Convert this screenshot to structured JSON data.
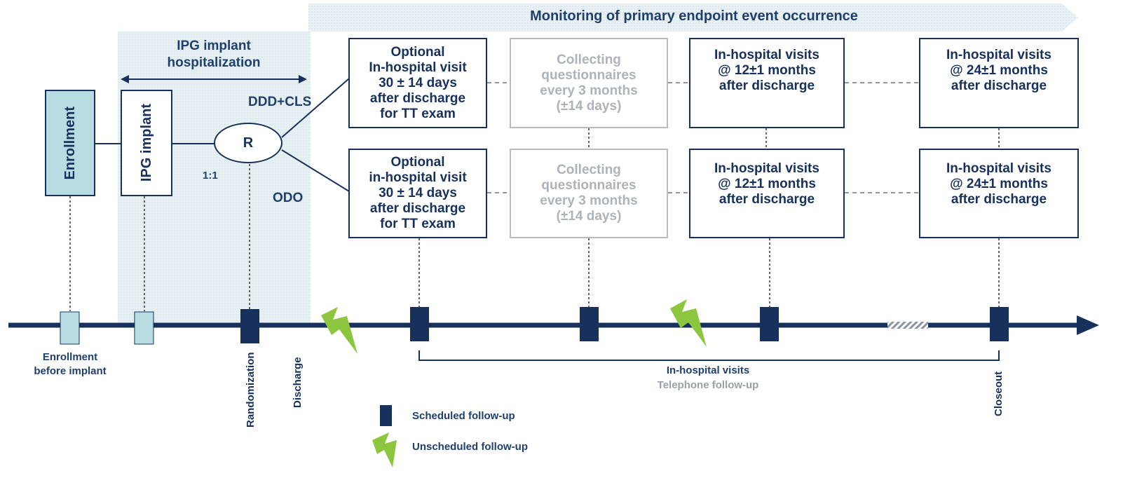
{
  "banner": {
    "label": "Monitoring of primary endpoint event occurrence"
  },
  "hospitalization": {
    "label": "IPG implant\nhospitalization"
  },
  "enrollment_box": {
    "label": "Enrollment"
  },
  "implant_box": {
    "label": "IPG implant"
  },
  "randomization": {
    "symbol": "R",
    "ratio": "1:1",
    "arm_top": "DDD+CLS",
    "arm_bottom": "ODO"
  },
  "top_row": [
    {
      "label": "Optional\nIn-hospital visit\n30 ± 14 days\nafter discharge\nfor TT exam",
      "style": "dark"
    },
    {
      "label": "Collecting\nquestionnaires\nevery 3 months\n(±14 days)",
      "style": "grey"
    },
    {
      "label": "In-hospital visits\n@ 12±1 months\nafter discharge",
      "style": "dark"
    },
    {
      "label": "In-hospital visits\n@ 24±1 months\nafter discharge",
      "style": "dark"
    }
  ],
  "bottom_row": [
    {
      "label": "Optional\nin-hospital visit\n30 ± 14 days\nafter discharge\nfor TT exam",
      "style": "dark"
    },
    {
      "label": "Collecting\nquestionnaires\nevery 3 months\n(±14 days)",
      "style": "grey"
    },
    {
      "label": "In-hospital visits\n@ 12±1 months\nafter discharge",
      "style": "dark"
    },
    {
      "label": "In-hospital visits\n@ 24±1 months\nafter discharge",
      "style": "dark"
    }
  ],
  "timeline": {
    "enrollment": "Enrollment\nbefore implant",
    "randomization": "Randomization",
    "discharge": "Discharge",
    "closeout": "Closeout",
    "visits": "In-hospital visits",
    "telephone": "Telephone follow-up"
  },
  "legend": {
    "scheduled": "Scheduled follow-up",
    "unscheduled": "Unscheduled follow-up"
  },
  "colors": {
    "navy": "#17305c",
    "light_teal": "#b7dde3",
    "band": "#e3eef1",
    "lightning": "#8cc63f",
    "grey": "#b8bcc2"
  }
}
